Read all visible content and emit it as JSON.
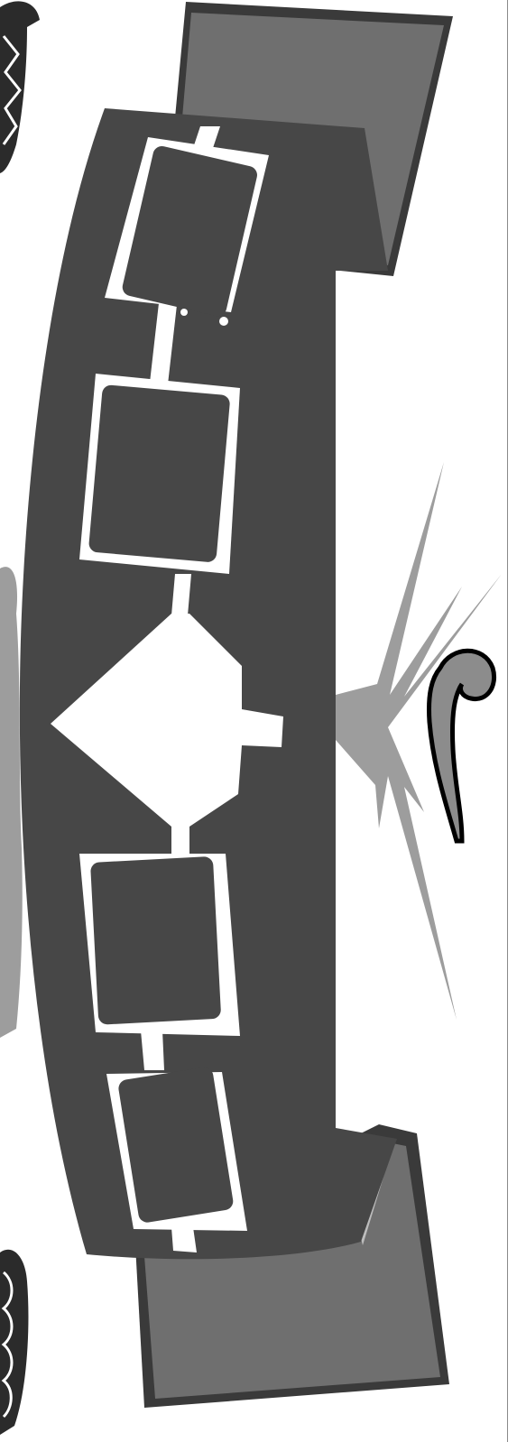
{
  "diagram": {
    "kind": "flowchart clip-art on a curved banner",
    "nodes": [
      {
        "id": "process-1",
        "shape": "rectangle"
      },
      {
        "id": "process-2",
        "shape": "rectangle"
      },
      {
        "id": "decision",
        "shape": "diamond",
        "branch": "side-connector"
      },
      {
        "id": "process-3",
        "shape": "rectangle"
      },
      {
        "id": "process-4",
        "shape": "rectangle"
      }
    ],
    "connectors": [
      {
        "from": "process-1",
        "to": "process-2"
      },
      {
        "from": "process-2",
        "to": "decision"
      },
      {
        "from": "decision",
        "to": "process-3"
      },
      {
        "from": "process-3",
        "to": "process-4"
      }
    ],
    "decorations": [
      "tribal-ornament-top",
      "tribal-ornament-bottom",
      "starburst-splash",
      "question-mark"
    ]
  },
  "colors": {
    "background": "#ffffff",
    "banner": "#474747",
    "banner_fold": "#6f6f6f",
    "banner_fold_dark": "#3a3a3a",
    "banner_inner_fold": "#bdbdbd",
    "box_stroke": "#ffffff",
    "box_fill": "#474747",
    "splash": "#9d9d9d",
    "question_mark": "#8c8c8c",
    "ornament": "#2b2b2b",
    "page_edge": "#8a8a8a"
  }
}
